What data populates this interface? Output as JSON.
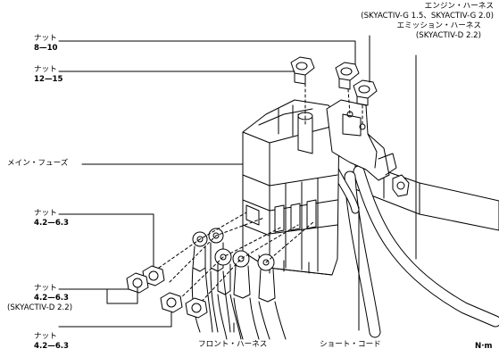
{
  "labels": {
    "nut_1": {
      "title": "ナット",
      "torque": "8—10"
    },
    "nut_2": {
      "title": "ナット",
      "torque": "12—15"
    },
    "main_fuse": "メイン・フューズ",
    "nut_3": {
      "title": "ナット",
      "torque": "4.2—6.3"
    },
    "nut_4": {
      "title": "ナット",
      "torque": "4.2—6.3",
      "note": "(SKYACTIV-D 2.2)"
    },
    "nut_5": {
      "title": "ナット",
      "torque": "4.2—6.3"
    },
    "engine_harness": {
      "title": "エンジン・ハーネス",
      "note": "(SKYACTIV-G 1.5、SKYACTIV-G 2.0)"
    },
    "emission_harness": {
      "title": "エミッション・ハーネス",
      "note": "(SKYACTIV-D 2.2)"
    },
    "front_harness": "フロント・ハーネス",
    "short_cord": "ショート・コード",
    "unit": "N·m"
  }
}
